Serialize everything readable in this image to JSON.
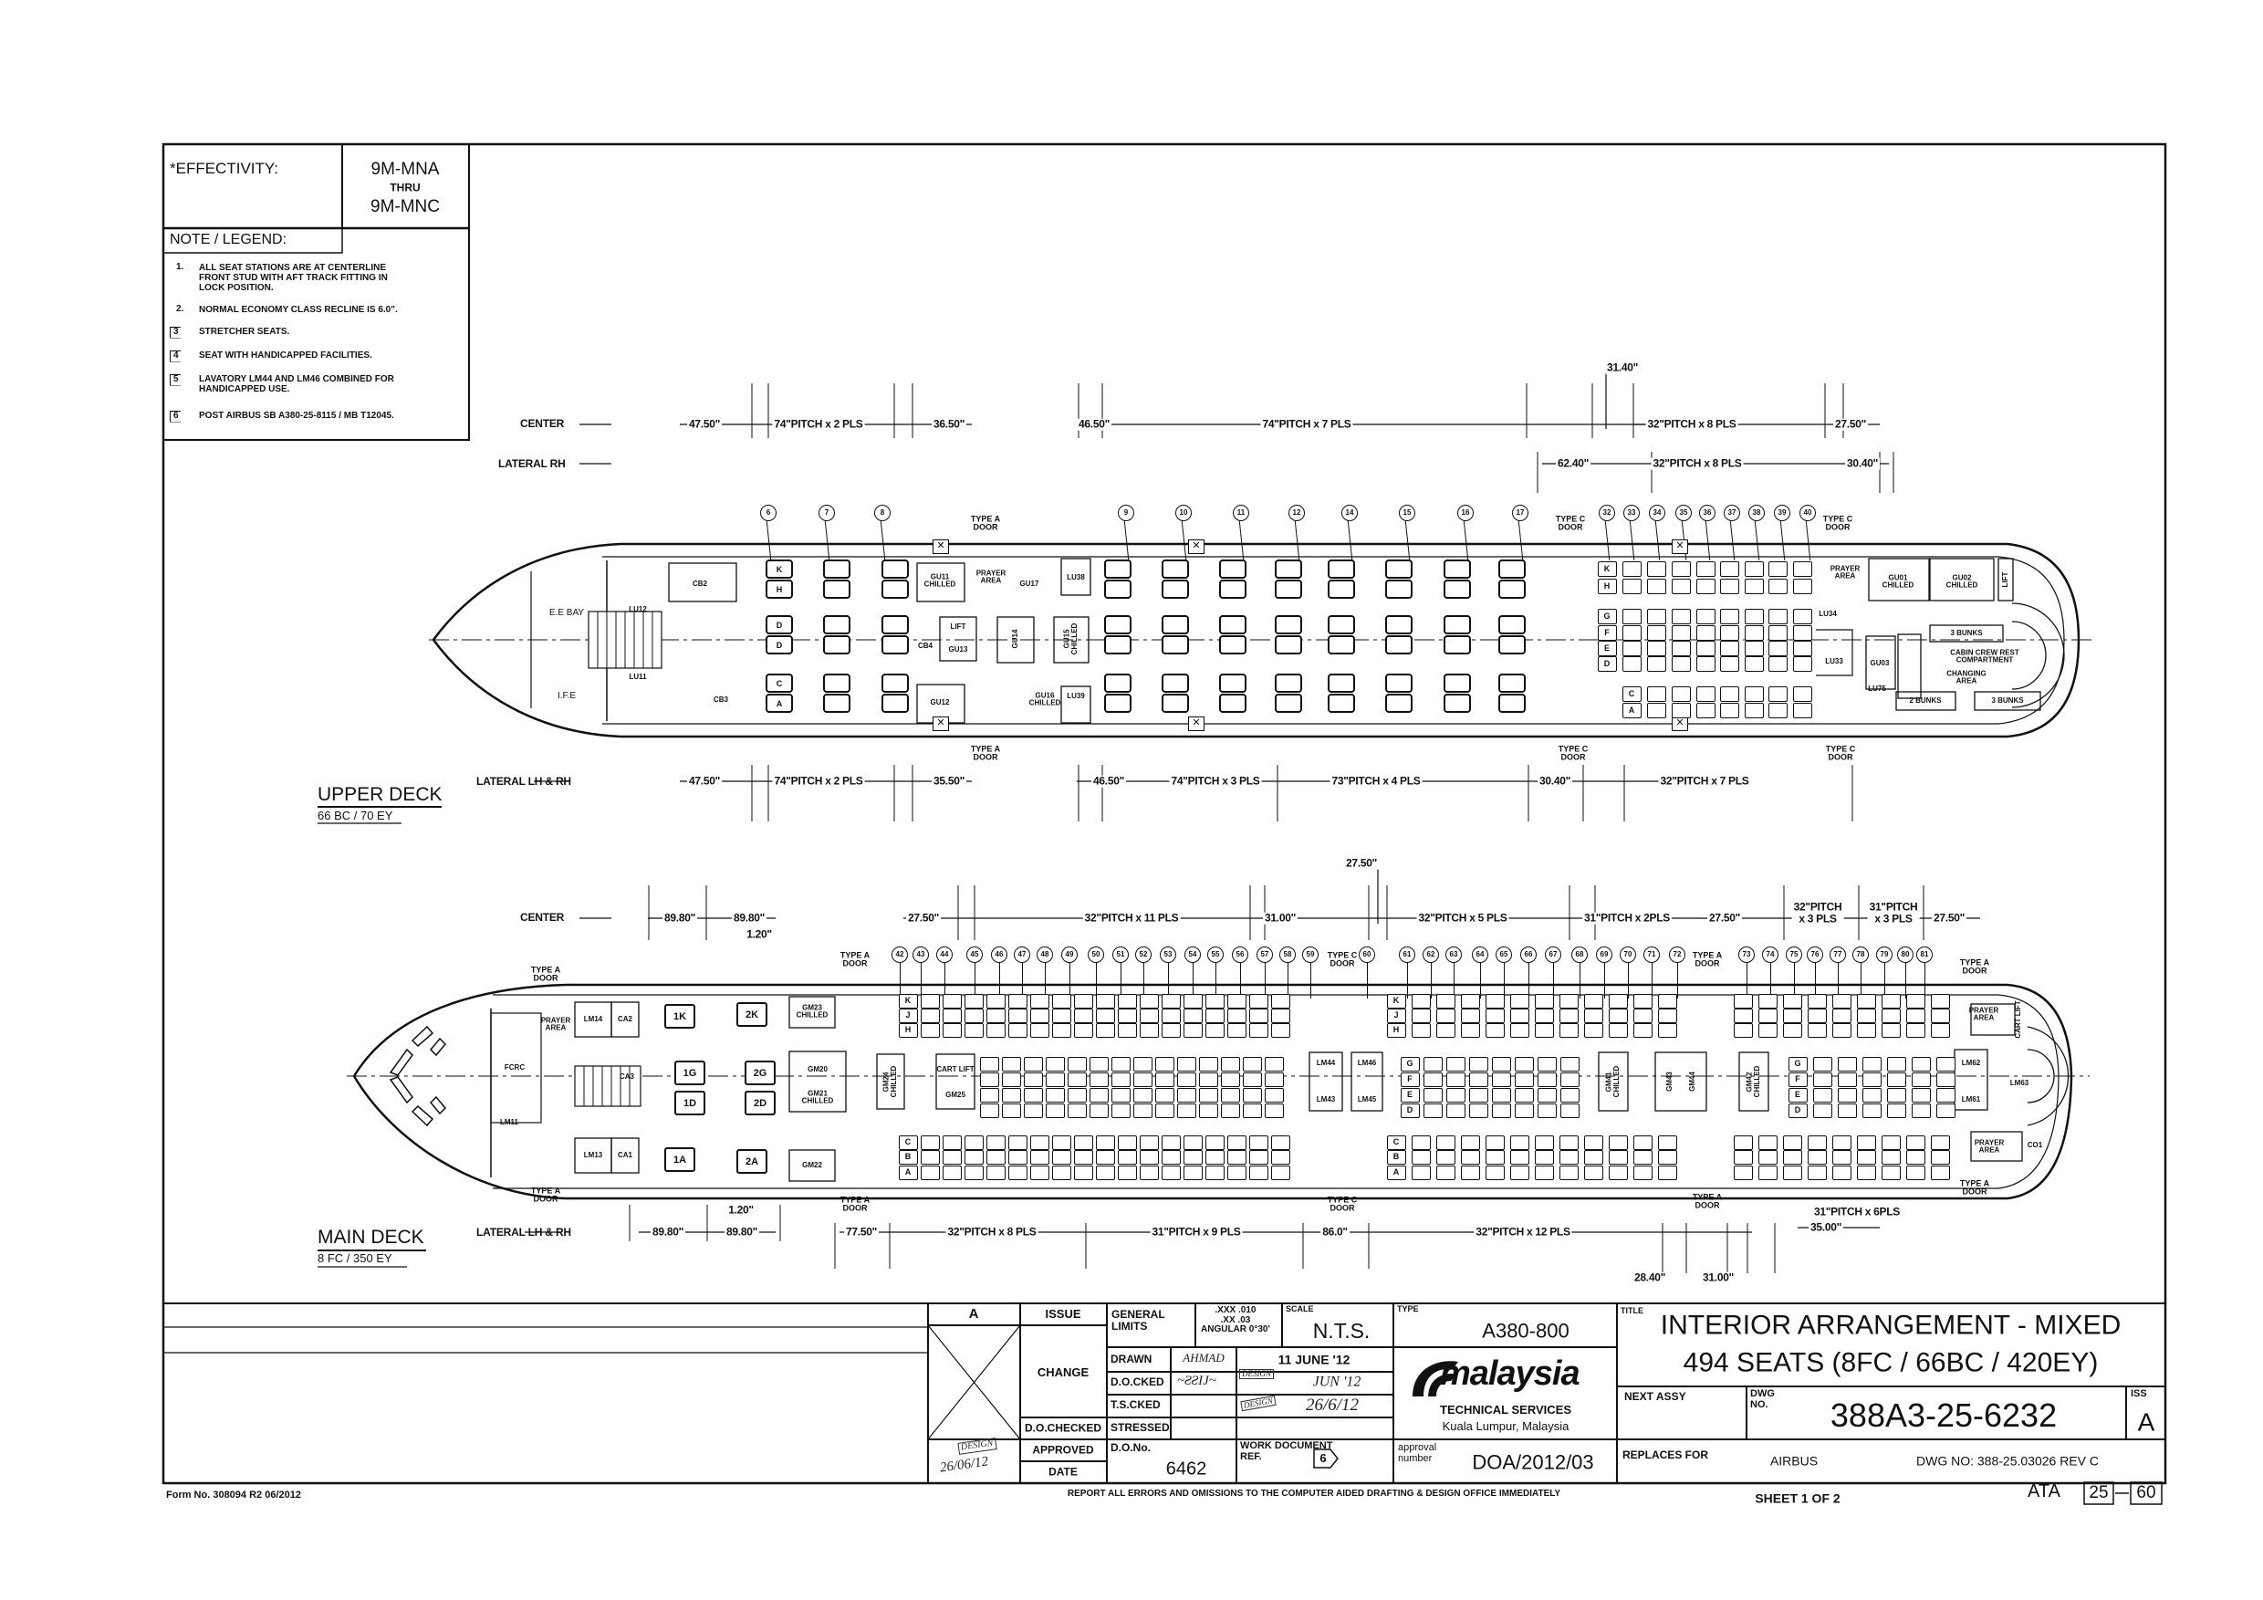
{
  "effectivity": {
    "label": "*EFFECTIVITY:",
    "from": "9M-MNA",
    "thru": "THRU",
    "to": "9M-MNC"
  },
  "legend": {
    "title": "NOTE / LEGEND:",
    "notes": [
      {
        "num": "1.",
        "text": "ALL SEAT STATIONS ARE AT CENTERLINE\nFRONT STUD WITH AFT TRACK FITTING IN\nLOCK POSITION."
      },
      {
        "num": "2.",
        "text": "NORMAL ECONOMY CLASS RECLINE IS 6.0\"."
      },
      {
        "num": "3",
        "text": "STRETCHER SEATS."
      },
      {
        "num": "4",
        "text": "SEAT WITH HANDICAPPED FACILITIES."
      },
      {
        "num": "5",
        "text": "LAVATORY LM44 AND LM46 COMBINED FOR\nHANDICAPPED USE."
      },
      {
        "num": "6",
        "text": "POST AIRBUS SB A380-25-8115 / MB T12045."
      }
    ]
  },
  "upper_deck": {
    "title": "UPPER DECK",
    "config": "66 BC / 70 EY",
    "row_labels": {
      "center": "CENTER",
      "lateral_rh": "LATERAL RH",
      "lateral_lh_rh": "LATERAL LH & RH"
    },
    "dims": {
      "center": [
        "47.50\"",
        "74\"PITCH x 2 PLS",
        "36.50\"",
        "46.50\"",
        "74\"PITCH x 7 PLS",
        "31.40\"",
        "32\"PITCH x 8 PLS",
        "27.50\""
      ],
      "lateral_rh": [
        "62.40\"",
        "32\"PITCH x 8 PLS",
        "30.40\""
      ],
      "lateral_lh_rh": [
        "47.50\"",
        "74\"PITCH x 2 PLS",
        "35.50\"",
        "46.50\"",
        "74\"PITCH x 3 PLS",
        "73\"PITCH x 4 PLS",
        "30.40\"",
        "32\"PITCH x 7 PLS"
      ]
    },
    "row_numbers": [
      "6",
      "7",
      "8",
      "9",
      "10",
      "11",
      "12",
      "14",
      "15",
      "16",
      "17",
      "32",
      "33",
      "34",
      "35",
      "36",
      "37",
      "38",
      "39",
      "40"
    ],
    "doors": [
      "TYPE A\nDOOR",
      "TYPE C\nDOOR",
      "TYPE C\nDOOR",
      "TYPE A\nDOOR",
      "TYPE C\nDOOR",
      "TYPE C\nDOOR"
    ],
    "zones": [
      "E.E BAY",
      "I.F.E",
      "LU12",
      "LU11",
      "CB2",
      "CB3",
      "GU11\nCHILLED",
      "PRAYER\nAREA",
      "GU17",
      "LU38",
      "LIFT",
      "GU13",
      "CB4",
      "GU14",
      "GU15\nCHILLED",
      "GU12",
      "GU16\nCHILLED",
      "LU39",
      "PRAYER\nAREA",
      "GU01\nCHILLED",
      "GU02\nCHILLED",
      "LIFT",
      "LU34",
      "LU33",
      "GU03",
      "3 BUNKS",
      "CABIN CREW REST\nCOMPARTMENT",
      "CHANGING\nAREA",
      "2 BUNKS",
      "3 BUNKS",
      "LU75"
    ],
    "bc_letters": [
      "K",
      "H",
      "D",
      "D",
      "C",
      "A"
    ],
    "ey_letters": [
      "K",
      "H",
      "G",
      "F",
      "E",
      "D",
      "C",
      "A"
    ]
  },
  "main_deck": {
    "title": "MAIN DECK",
    "config": "8 FC / 350 EY",
    "row_labels": {
      "center": "CENTER",
      "lateral_lh_rh": "LATERAL LH & RH"
    },
    "dims": {
      "center": [
        "89.80\"",
        "89.80\"",
        "1.20\"",
        "27.50\"",
        "32\"PITCH x 11 PLS",
        "31.00\"",
        "27.50\"",
        "32\"PITCH x 5 PLS",
        "31\"PITCH x 2PLS",
        "27.50\"",
        "32\"PITCH\nx 3 PLS",
        "31\"PITCH\nx 3 PLS",
        "27.50\""
      ],
      "lateral_lh_rh": [
        "1.20\"",
        "89.80\"",
        "89.80\"",
        "77.50\"",
        "32\"PITCH x 8 PLS",
        "31\"PITCH x 9 PLS",
        "86.0\"",
        "32\"PITCH x 12 PLS",
        "28.40\"",
        "31.00\"",
        "31\"PITCH x 6PLS",
        "35.00\""
      ]
    },
    "row_numbers": [
      "42",
      "43",
      "44",
      "45",
      "46",
      "47",
      "48",
      "49",
      "50",
      "51",
      "52",
      "53",
      "54",
      "55",
      "56",
      "57",
      "58",
      "59",
      "60",
      "61",
      "62",
      "63",
      "64",
      "65",
      "66",
      "67",
      "68",
      "69",
      "70",
      "71",
      "72",
      "73",
      "74",
      "75",
      "76",
      "77",
      "78",
      "79",
      "80",
      "81"
    ],
    "doors": [
      "TYPE A\nDOOR",
      "TYPE A\nDOOR",
      "TYPE C\nDOOR",
      "TYPE A\nDOOR",
      "TYPE A\nDOOR",
      "TYPE A\nDOOR",
      "TYPE A\nDOOR",
      "TYPE C\nDOOR",
      "TYPE A\nDOOR",
      "TYPE A\nDOOR"
    ],
    "zones": [
      "FCRC",
      "PRAYER\nAREA",
      "LM14",
      "CA2",
      "CA3",
      "LM11",
      "LM13",
      "CA1",
      "GM23\nCHILLED",
      "GM20",
      "GM21\nCHILLED",
      "GM22",
      "GM24\nCHILLED",
      "CART LIFT",
      "GM25",
      "LM44",
      "LM43",
      "LM46",
      "LM45",
      "GM41\nCHILLED",
      "GM43",
      "GM44",
      "GM42\nCHILLED",
      "PRAYER\nAREA",
      "CART LIFT",
      "LM62",
      "LM61",
      "LM63",
      "PRAYER\nAREA",
      "CO1"
    ],
    "fc_seats": [
      "1K",
      "2K",
      "1G",
      "2G",
      "1D",
      "2D",
      "1A",
      "2A"
    ],
    "ey_letters": [
      "K",
      "J",
      "H",
      "G",
      "F",
      "E",
      "D",
      "C",
      "B",
      "A"
    ]
  },
  "title_block": {
    "issue_letter": "A",
    "issue_label": "ISSUE",
    "change_label": "CHANGE",
    "do_checked_label": "D.O.CHECKED",
    "approved_label": "APPROVED",
    "date_label": "DATE",
    "general_limits_label": "GENERAL\nLIMITS",
    "tolerances": ".XXX .010\n.XX .03\nANGULAR 0°30'",
    "scale_label": "SCALE",
    "scale_value": "N.T.S.",
    "type_label": "TYPE",
    "type_value": "A380-800",
    "drawn_label": "DRAWN",
    "drawn_by": "AHMAD",
    "drawn_date": "11 JUNE '12",
    "docked_label": "D.O.CKED",
    "docked_date": "JUN '12",
    "tscked_label": "T.S.CKED",
    "tscked_date": "26/6/12",
    "stressed_label": "STRESSED",
    "approved_date": "26/06/12",
    "do_no_label": "D.O.No.",
    "do_no_value": "6462",
    "work_doc_label": "WORK DOCUMENT\nREF.",
    "work_doc_ref": "6",
    "brand": "malaysia",
    "org_name": "TECHNICAL SERVICES",
    "org_location": "Kuala Lumpur, Malaysia",
    "approval_label": "approval\nnumber",
    "approval_number": "DOA/2012/03",
    "title_label": "TITLE",
    "title_line1": "INTERIOR ARRANGEMENT - MIXED",
    "title_line2": "494 SEATS (8FC / 66BC / 420EY)",
    "next_assy_label": "NEXT ASSY",
    "dwg_no_label": "DWG\nNO.",
    "dwg_no": "388A3-25-6232",
    "iss_label": "ISS",
    "iss_value": "A",
    "replaces_label": "REPLACES FOR",
    "replaces_org": "AIRBUS",
    "replaces_dwg": "DWG NO: 388-25.03026 REV C",
    "stamp_text": "DESIGN"
  },
  "footer": {
    "form_no": "Form No. 308094 R2 06/2012",
    "report_notice": "REPORT ALL ERRORS AND OMISSIONS TO THE COMPUTER AIDED DRAFTING & DESIGN OFFICE IMMEDIATELY",
    "sheet": "SHEET 1 OF 2",
    "ata_label": "ATA",
    "ata_chapter": "25",
    "ata_section": "60"
  }
}
